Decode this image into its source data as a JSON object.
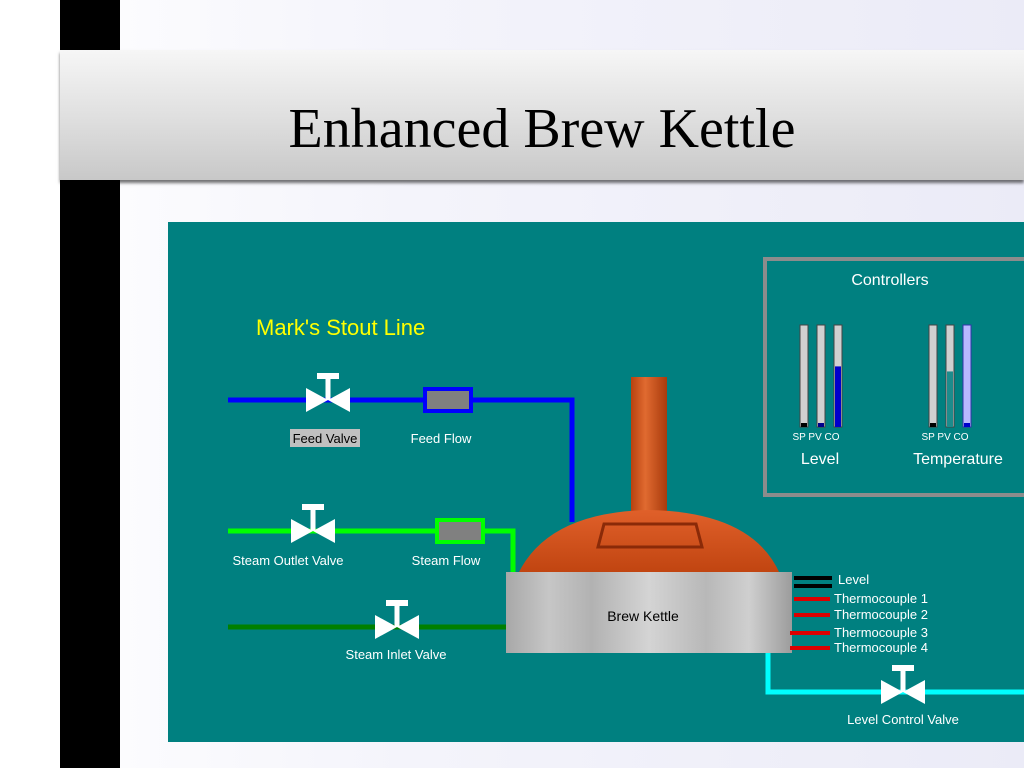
{
  "slide": {
    "title": "Enhanced Brew Kettle"
  },
  "diagram": {
    "line_name": "Mark's Stout Line",
    "feed_valve_label": "Feed Valve",
    "feed_flow_label": "Feed Flow",
    "steam_outlet_valve_label": "Steam Outlet Valve",
    "steam_flow_label": "Steam Flow",
    "steam_inlet_valve_label": "Steam Inlet Valve",
    "kettle_label": "Brew Kettle",
    "level_control_valve_label": "Level Control Valve",
    "sensors": [
      "Level",
      "Thermocouple 1",
      "Thermocouple 2",
      "Thermocouple 3",
      "Thermocouple 4"
    ],
    "controllers": {
      "title": "Controllers",
      "level": {
        "name": "Level",
        "bar_labels": "SP PV CO",
        "co_fill": 0.6
      },
      "temperature": {
        "name": "Temperature",
        "bar_labels": "SP PV CO",
        "pv_fill": 0.55
      }
    }
  },
  "colors": {
    "background": "#008080",
    "feed_line": "#0000ff",
    "steam_outlet_line": "#00ff00",
    "steam_inlet_line": "#008000",
    "level_line": "#00ffff",
    "kettle_dome": "#d4521e",
    "line_name_text": "#ffff00"
  }
}
